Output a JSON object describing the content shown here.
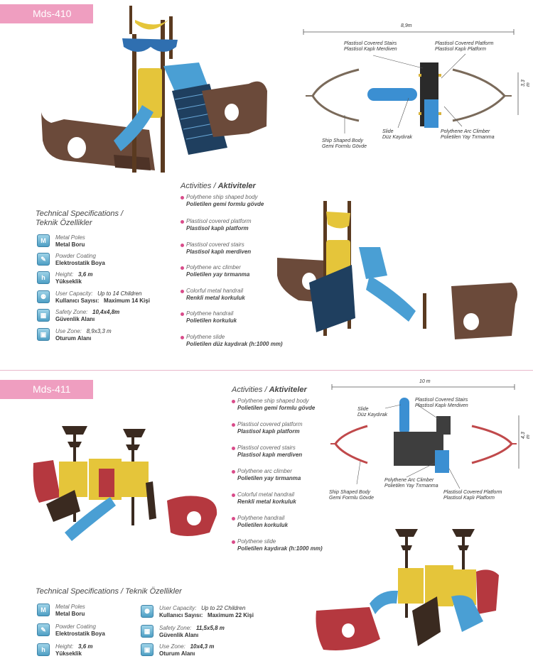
{
  "p1": {
    "tag": "Mds-410",
    "dims": {
      "width": "8,9m",
      "height": "3,3 m"
    },
    "callouts": {
      "stairs_en": "Plastisol Covered Stairs",
      "stairs_tr": "Plastisol Kaplı Merdiven",
      "platform_en": "Plastisol Covered Platform",
      "platform_tr": "Plastisol Kaplı Platform",
      "ship_en": "Ship Shaped Body",
      "ship_tr": "Gemi Formlu Gövde",
      "slide_en": "Slide",
      "slide_tr": "Düz Kaydırak",
      "arc_en": "Polythene Arc Climber",
      "arc_tr": "Polietilen Yay Tırmanma"
    },
    "activities_en": "Activities /",
    "activities_tr": "Aktiviteler",
    "activities": [
      {
        "en": "Polythene ship shaped body",
        "tr": "Polietilen gemi formlu gövde"
      },
      {
        "en": "Plastisol covered platform",
        "tr": "Plastisol kaplı platform"
      },
      {
        "en": "Plastisol covered stairs",
        "tr": "Plastisol kaplı merdiven"
      },
      {
        "en": "Polythene arc climber",
        "tr": "Polietilen yay tırmanma"
      },
      {
        "en": "Colorful metal handrail",
        "tr": "Renkli metal korkuluk"
      },
      {
        "en": "Polythene handrail",
        "tr": "Polietilen korkuluk"
      },
      {
        "en": "Polythene slide",
        "tr": "Polietilen düz kaydırak (h:1000 mm)"
      }
    ],
    "spec_title_en": "Technical Specifications /",
    "spec_title_tr": "Teknik Özellikler",
    "specs": {
      "poles_en": "Metal Poles",
      "poles_tr": "Metal Boru",
      "coating_en": "Powder Coating",
      "coating_tr": "Elektrostatik Boya",
      "height_en": "Height:",
      "height_val": "3,6 m",
      "height_tr": "Yükseklik",
      "users_en": "User Capacity:",
      "users_val_en": "Up to 14 Children",
      "users_tr": "Kullanıcı Sayısı:",
      "users_val_tr": "Maximum 14 Kişi",
      "safety_en": "Safety Zone:",
      "safety_val": "10,4x4,8m",
      "safety_tr": "Güvenlik Alanı",
      "use_en": "Use Zone:",
      "use_val": "8,9x3,3 m",
      "use_tr": "Oturum Alanı"
    }
  },
  "p2": {
    "tag": "Mds-411",
    "dims": {
      "width": "10 m",
      "height": "4,3 m"
    },
    "callouts": {
      "stairs_en": "Plastisol Covered Stairs",
      "stairs_tr": "Plastisol Kaplı Merdiven",
      "slide_en": "Slide",
      "slide_tr": "Düz Kaydırak",
      "ship_en": "Ship Shaped Body",
      "ship_tr": "Gemi Formlu Gövde",
      "arc_en": "Polythene Arc Climber",
      "arc_tr": "Polietilen Yay Tırmanma",
      "platform_en": "Plastisol Covered Platform",
      "platform_tr": "Plastisol Kaplı Platform"
    },
    "activities_en": "Activities /",
    "activities_tr": "Aktiviteler",
    "activities": [
      {
        "en": "Polythene ship shaped body",
        "tr": "Polietilen gemi formlu gövde"
      },
      {
        "en": "Plastisol covered platform",
        "tr": "Plastisol kaplı platform"
      },
      {
        "en": "Plastisol covered stairs",
        "tr": "Plastisol kaplı merdiven"
      },
      {
        "en": "Polythene arc climber",
        "tr": "Polietilen yay tırmanma"
      },
      {
        "en": "Colorful metal handrail",
        "tr": "Renkli metal korkuluk"
      },
      {
        "en": "Polythene handrail",
        "tr": "Polietilen korkuluk"
      },
      {
        "en": "Polythene slide",
        "tr": "Polietilen kaydırak (h:1000 mm)"
      }
    ],
    "spec_title_en": "Technical Specifications /",
    "spec_title_tr": "Teknik Özellikler",
    "specs": {
      "poles_en": "Metal Poles",
      "poles_tr": "Metal Boru",
      "coating_en": "Powder Coating",
      "coating_tr": "Elektrostatik Boya",
      "height_en": "Height:",
      "height_val": "3,6 m",
      "height_tr": "Yükseklik",
      "users_en": "User Capacity:",
      "users_val_en": "Up to 22 Children",
      "users_tr": "Kullanıcı Sayısı:",
      "users_val_tr": "Maximum 22 Kişi",
      "safety_en": "Safety Zone:",
      "safety_val": "11,5x5,8 m",
      "safety_tr": "Güvenlik Alanı",
      "use_en": "Use Zone:",
      "use_val": "10x4,3 m",
      "use_tr": "Oturum Alanı"
    }
  },
  "colors": {
    "tag_pink": "#ef9ec0",
    "bullet": "#d94c8a",
    "ship_brown": "#6b4a3a",
    "ship_red": "#b5383f",
    "slide_blue": "#4a9fd4",
    "platform_dark": "#2a2a2a",
    "panel_yellow": "#e5c53a"
  }
}
